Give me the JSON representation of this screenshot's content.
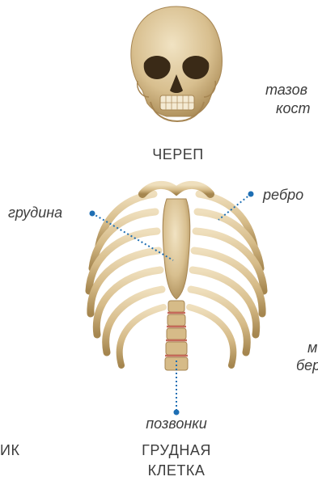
{
  "skull": {
    "caption": "ЧЕРЕП"
  },
  "ribcage": {
    "caption_line1": "ГРУДНАЯ",
    "caption_line2": "КЛЕТКА",
    "labels": {
      "sternum": "грудина",
      "rib": "ребро",
      "vertebrae": "позвонки"
    }
  },
  "edge_fragments": {
    "pelvic_line1": "тазов",
    "pelvic_line2": "кост",
    "right_line1": "м",
    "right_line2": "бер",
    "left_caps": "ИК"
  },
  "colors": {
    "bone": "#d8bf8f",
    "bone_shadow": "#b89a63",
    "bone_highlight": "#efdfbd",
    "leader": "#1e6fb4",
    "disc": "#c56a5a"
  }
}
